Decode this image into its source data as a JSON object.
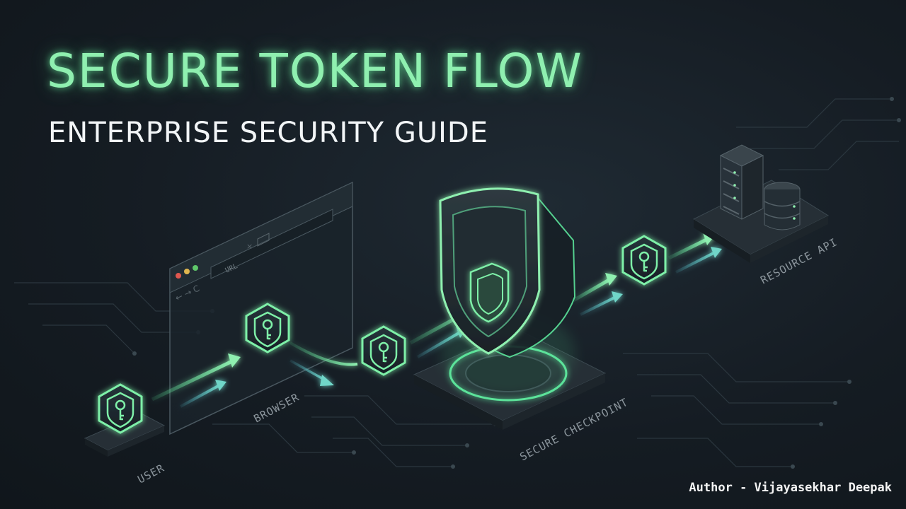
{
  "title": "SECURE TOKEN FLOW",
  "subtitle": "ENTERPRISE SECURITY GUIDE",
  "author": "Author - Vijayasekhar Deepak",
  "labels": {
    "user": "USER",
    "browser": "BROWSER",
    "checkpoint": "SECURE CHECKPOINT",
    "resource_api": "RESOURCE API"
  },
  "browser_window": {
    "url_placeholder": "URL"
  },
  "colors": {
    "accent": "#8ff0b0",
    "glow": "#5be39a",
    "background": "#151c23",
    "panel": "#1c252c"
  },
  "icons": [
    "key-shield-icon",
    "shield-icon",
    "server-icon",
    "database-icon"
  ]
}
